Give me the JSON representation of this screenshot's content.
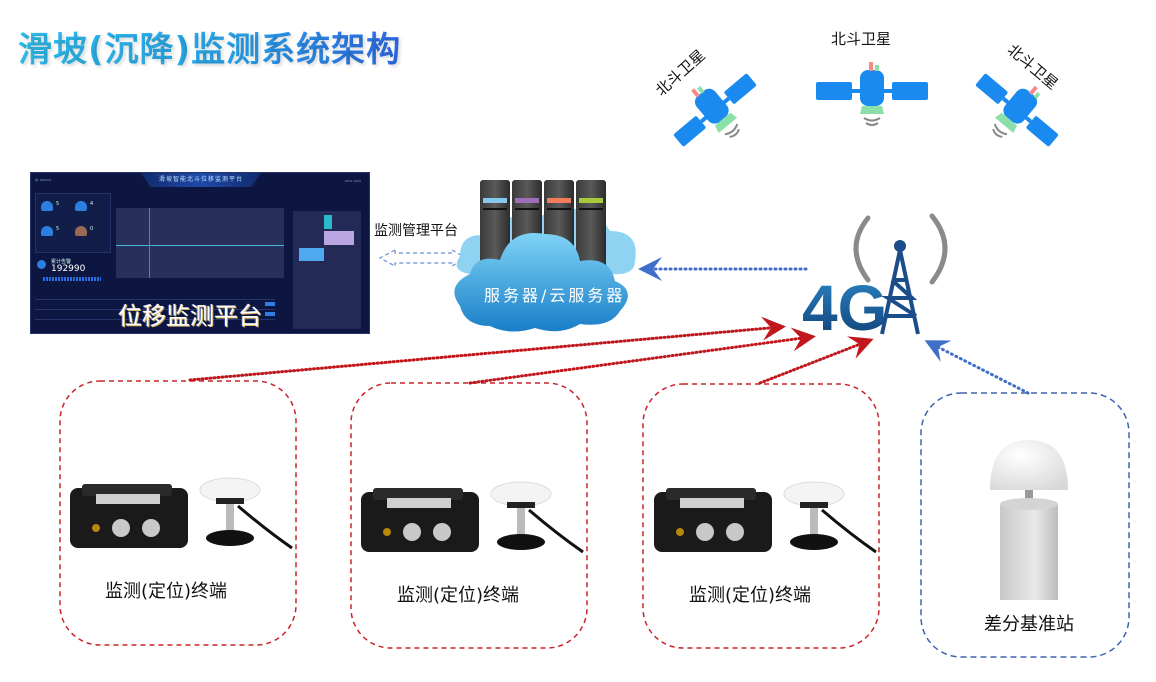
{
  "title": "滑坡(沉降)监测系统架构",
  "dashboard": {
    "header_title": "滑坡智能北斗位移监测平台",
    "overlay_label": "位移监测平台",
    "count_label": "累计告警",
    "count_value": "192990",
    "stats": [
      "5",
      "4",
      "5",
      "0"
    ]
  },
  "server": {
    "management_label": "监测管理平台",
    "cloud_label": "服务器/云服务器",
    "rack_colors": [
      "#86c9ec",
      "#9c6fb6",
      "#f07d5c",
      "#a8c93a"
    ]
  },
  "satellites": [
    {
      "label": "北斗卫星"
    },
    {
      "label": "北斗卫星"
    },
    {
      "label": "北斗卫星"
    }
  ],
  "network": {
    "label": "4G"
  },
  "terminals": [
    {
      "label": "监测(定位)终端"
    },
    {
      "label": "监测(定位)终端"
    },
    {
      "label": "监测(定位)终端"
    }
  ],
  "base_station": {
    "label": "差分基准站"
  },
  "colors": {
    "terminal_link": "#c0161c",
    "network_link": "#3f6fc9",
    "terminal_box_border": "#c8242a",
    "base_box_border": "#3e64b0",
    "cloud": "#3aa6df",
    "satellite_body": "#1a8af0"
  }
}
